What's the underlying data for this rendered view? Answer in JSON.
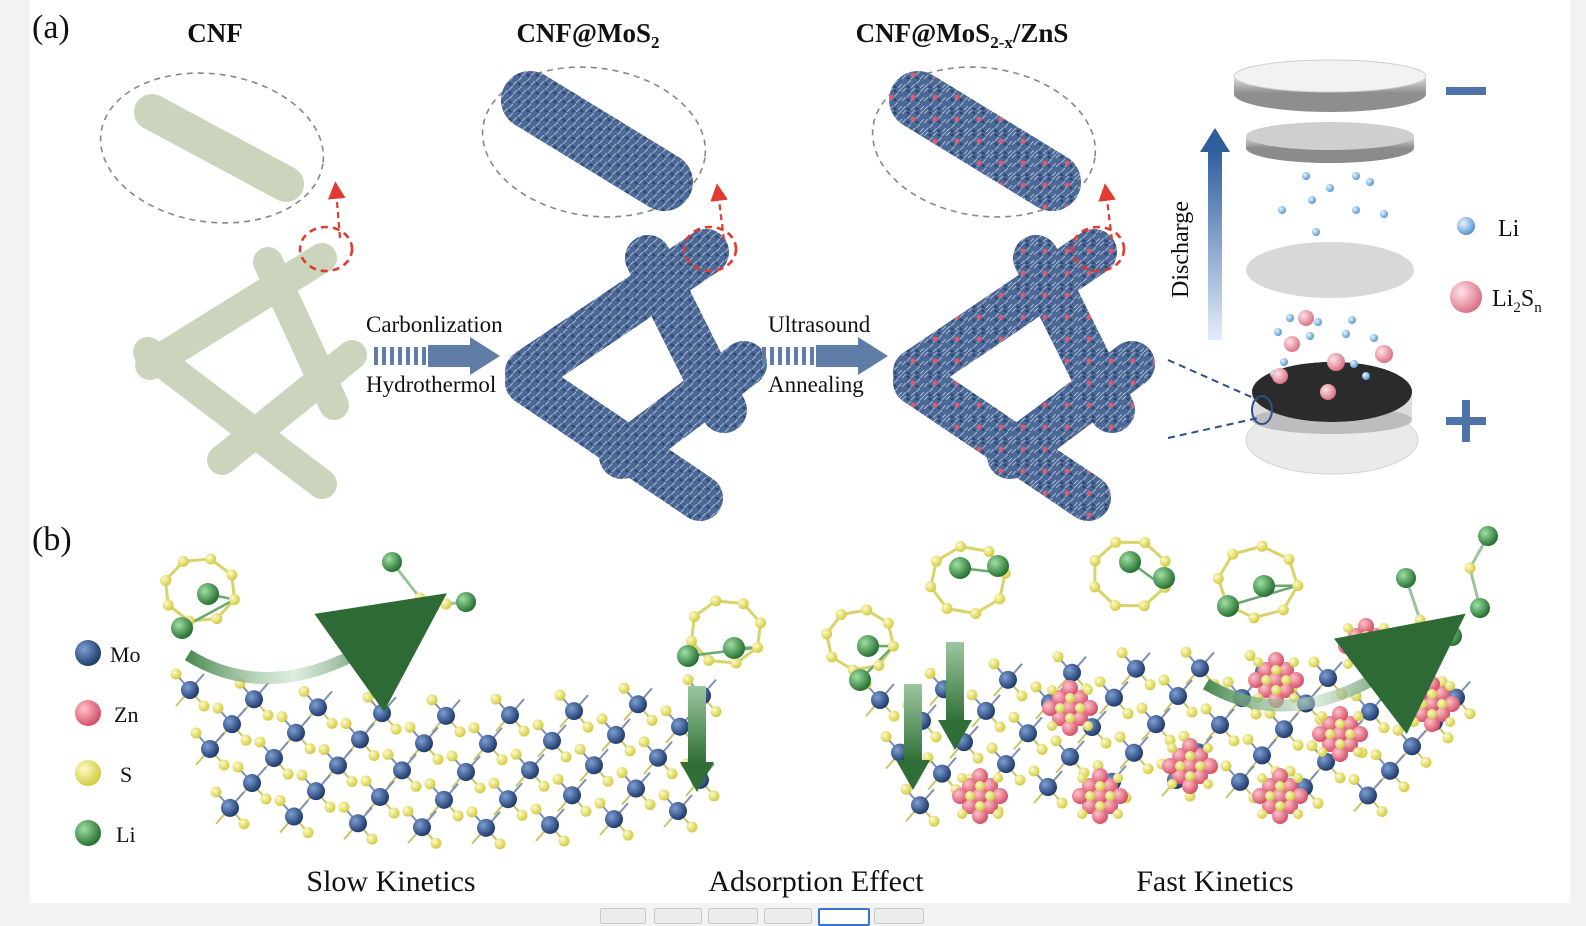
{
  "panels": {
    "a": {
      "tag": "(a)",
      "stages": [
        {
          "title": "CNF"
        },
        {
          "title": "CNF@MoS",
          "sub": "2"
        },
        {
          "title": "CNF@MoS",
          "sub": "2-x",
          "tail": "/ZnS"
        }
      ],
      "steps": [
        {
          "top": "Carbonlization",
          "bottom": "Hydrothermol"
        },
        {
          "top": "Ultrasound",
          "bottom": "Annealing"
        }
      ],
      "battery": {
        "arrow_label": "Discharge",
        "negative_sign": "−",
        "positive_sign": "+",
        "legend": [
          {
            "label": "Li",
            "color": "#7fb6e6"
          },
          {
            "label": "Li",
            "sub": "2",
            "mid": "S",
            "sub2": "n",
            "color": "#ef9aa8"
          }
        ]
      }
    },
    "b": {
      "tag": "(b)",
      "legend": [
        {
          "label": "Mo",
          "color": "#2c4f86"
        },
        {
          "label": "Zn",
          "color": "#e46a82"
        },
        {
          "label": "S",
          "color": "#e8e65e"
        },
        {
          "label": "Li",
          "color": "#3f9a48"
        }
      ],
      "captions": {
        "slow": "Slow Kinetics",
        "adsorption": "Adsorption Effect",
        "fast": "Fast Kinetics"
      }
    }
  },
  "colors": {
    "fiber": "#cbd5bd",
    "coating": "#4d6a98",
    "arrow": "#5f7da6",
    "green_arrow": "#3d7d45",
    "dashed_red": "#e23a2e",
    "electrode": "#2a2a2a"
  }
}
